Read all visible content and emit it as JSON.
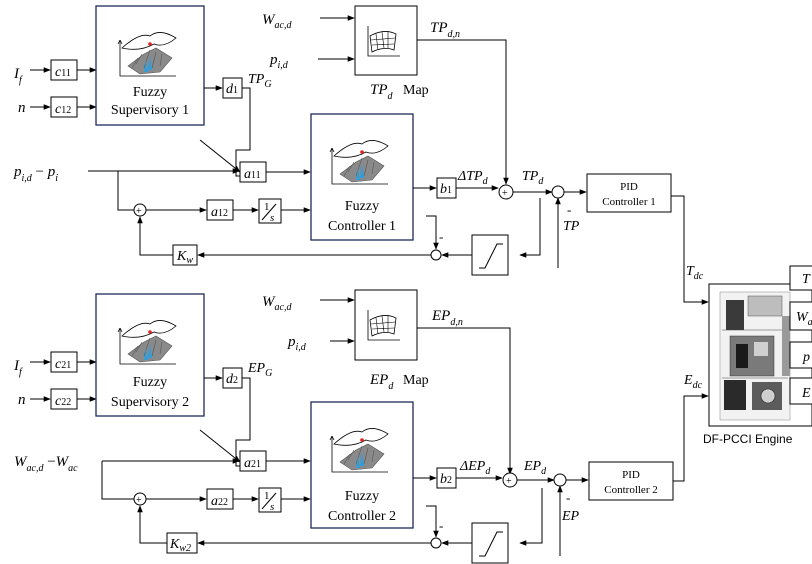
{
  "upper": {
    "fuzzy_supervisory": [
      "Fuzzy",
      "Supervisory 1"
    ],
    "fuzzy_controller": [
      "Fuzzy",
      "Controller 1"
    ],
    "pid": [
      "PID",
      "Controller 1"
    ],
    "map_label": "Map",
    "in_if": "I",
    "in_if_sub": "f",
    "in_n": "n",
    "c1": "c",
    "c1_sub": "11",
    "c2": "c",
    "c2_sub": "12",
    "d": "d",
    "d_sub": "1",
    "tpg": "TP",
    "tpg_sub": "G",
    "map_in1": "W",
    "map_in1_sub": "ac,d",
    "map_in2": "p",
    "map_in2_sub": "i,d",
    "map_out": "TP",
    "map_out_sub": "d,n",
    "map_name": "TP",
    "map_name_sub": "d",
    "err_a": "p",
    "err_a_sub": "i,d",
    "err_minus": " − ",
    "err_b": "p",
    "err_b_sub": "i",
    "a1": "a",
    "a1_sub": "11",
    "a2": "a",
    "a2_sub": "12",
    "integ_num": "1",
    "integ_den": "s",
    "b": "b",
    "b_sub": "1",
    "delta": "ΔTP",
    "delta_sub": "d",
    "ref": "TP",
    "ref_sub": "d",
    "fb": "TP",
    "kw": "K",
    "kw_sub": "w",
    "out": "T",
    "out_sub": "dc",
    "minus1": "-",
    "minus2": "-"
  },
  "lower": {
    "fuzzy_supervisory": [
      "Fuzzy",
      "Supervisory 2"
    ],
    "fuzzy_controller": [
      "Fuzzy",
      "Controller 2"
    ],
    "pid": [
      "PID",
      "Controller 2"
    ],
    "map_label": "Map",
    "in_if": "I",
    "in_if_sub": "f",
    "in_n": "n",
    "c1": "c",
    "c1_sub": "21",
    "c2": "c",
    "c2_sub": "22",
    "d": "d",
    "d_sub": "2",
    "tpg": "EP",
    "tpg_sub": "G",
    "map_in1": "W",
    "map_in1_sub": "ac,d",
    "map_in2": "p",
    "map_in2_sub": "i,d",
    "map_out": "EP",
    "map_out_sub": "d,n",
    "map_name": "EP",
    "map_name_sub": "d",
    "err_a": "W",
    "err_a_sub": "ac,d",
    "err_minus": " −",
    "err_b": "W",
    "err_b_sub": "ac",
    "a1": "a",
    "a1_sub": "21",
    "a2": "a",
    "a2_sub": "22",
    "integ_num": "1",
    "integ_den": "s",
    "b": "b",
    "b_sub": "2",
    "delta": "ΔEP",
    "delta_sub": "d",
    "ref": "EP",
    "ref_sub": "d",
    "fb": "EP",
    "kw": "K",
    "kw_sub": "w2",
    "out": "E",
    "out_sub": "dc",
    "minus1": "-",
    "minus2": "-"
  },
  "engine": {
    "label": "DF-PCCI Engine",
    "outputs": [
      {
        "main": "T",
        "sub": ""
      },
      {
        "main": "W",
        "sub": "a"
      },
      {
        "main": "p",
        "sub": ""
      },
      {
        "main": "E",
        "sub": ""
      }
    ]
  }
}
